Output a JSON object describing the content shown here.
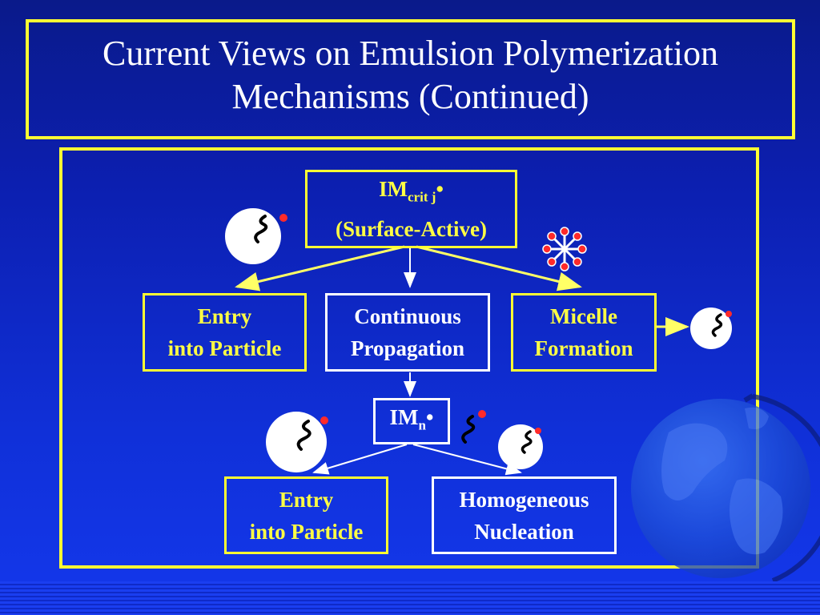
{
  "slide": {
    "title_line1": "Current Views on Emulsion Polymerization",
    "title_line2": "Mechanisms (Continued)"
  },
  "diagram": {
    "top_box": {
      "main": "IM",
      "sub": "crit j",
      "dot": "•",
      "line2": "(Surface-Active)"
    },
    "entry_box_1": {
      "line1": "Entry",
      "line2": "into Particle"
    },
    "propagation_box": {
      "line1": "Continuous",
      "line2": "Propagation"
    },
    "micelle_box": {
      "line1": "Micelle",
      "line2": "Formation"
    },
    "imn_box": {
      "main": "IM",
      "sub": "n",
      "dot": "•"
    },
    "entry_box_2": {
      "line1": "Entry",
      "line2": "into Particle"
    },
    "homogeneous_box": {
      "line1": "Homogeneous",
      "line2": "Nucleation"
    }
  },
  "colors": {
    "frame": "#ffff33",
    "yellow_text": "#ffff44",
    "white_text": "#ffffff",
    "radical_dot": "#ff2a2a",
    "arrow_yellow": "#ffff66"
  }
}
